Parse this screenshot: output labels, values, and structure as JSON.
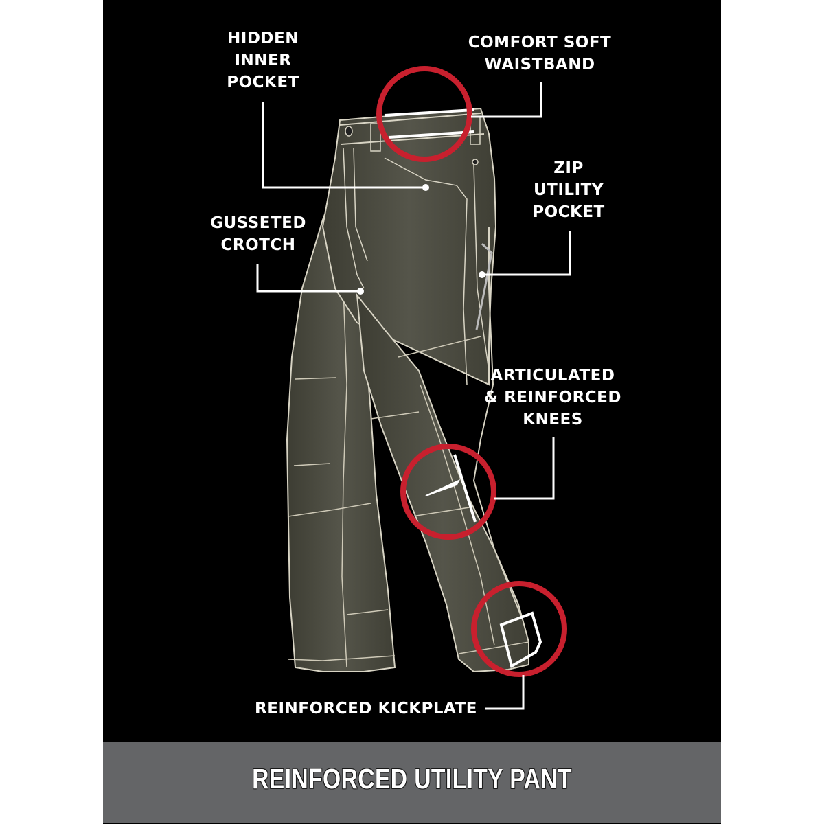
{
  "colors": {
    "background": "#000000",
    "page": "#ffffff",
    "callout_circle": "#c8202e",
    "connector": "#ffffff",
    "fabric": "#4a4a3e",
    "stitching": "#d8d4c4",
    "title_band": "#646567",
    "title_text": "#ffffff"
  },
  "callouts": [
    {
      "id": "hidden-inner-pocket",
      "lines": [
        "HIDDEN",
        "INNER",
        "POCKET"
      ]
    },
    {
      "id": "comfort-soft-waistband",
      "lines": [
        "COMFORT SOFT",
        "WAISTBAND"
      ]
    },
    {
      "id": "zip-utility-pocket",
      "lines": [
        "ZIP",
        "UTILITY",
        "POCKET"
      ]
    },
    {
      "id": "gusseted-crotch",
      "lines": [
        "GUSSETED",
        "CROTCH"
      ]
    },
    {
      "id": "articulated-reinforced-knees",
      "lines": [
        "ARTICULATED",
        "& REINFORCED",
        "KNEES"
      ]
    },
    {
      "id": "reinforced-kickplate",
      "lines": [
        "REINFORCED KICKPLATE"
      ]
    }
  ],
  "title_band": {
    "title": "REINFORCED UTILITY PANT"
  },
  "illustration": {
    "subject": "pant-illustration",
    "highlight_circles": [
      "waistband",
      "knee",
      "kickplate"
    ]
  }
}
